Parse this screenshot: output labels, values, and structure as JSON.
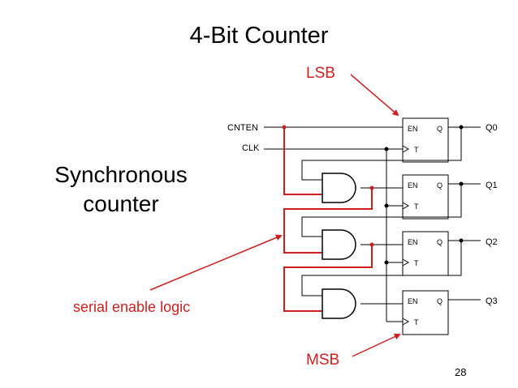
{
  "slide": {
    "title": "4-Bit Counter",
    "subtitle_line1": "Synchronous",
    "subtitle_line2": "counter",
    "page_number": "28"
  },
  "annotations": {
    "lsb": "LSB",
    "msb": "MSB",
    "serial_enable": "serial enable logic"
  },
  "circuit": {
    "inputs": {
      "enable": "CNTEN",
      "clock": "CLK"
    },
    "outputs": [
      "Q0",
      "Q1",
      "Q2",
      "Q3"
    ],
    "flipflop_pins": {
      "enable": "EN",
      "output": "Q",
      "toggle": "T"
    }
  },
  "colors": {
    "highlight": "#cc1f1f",
    "wire": "#000000"
  }
}
